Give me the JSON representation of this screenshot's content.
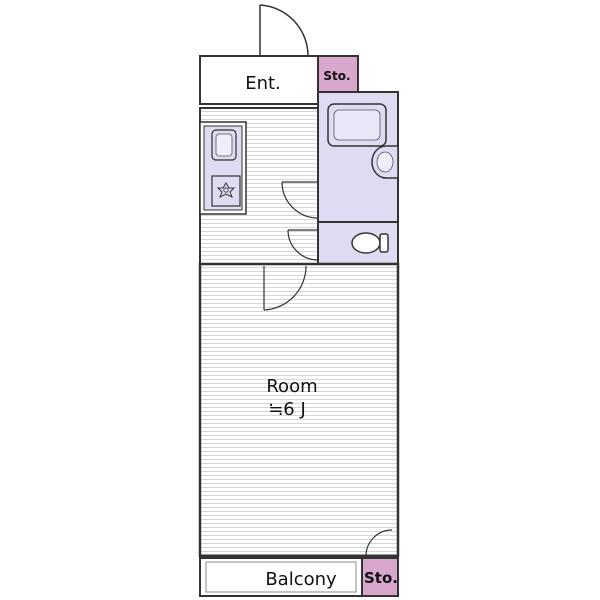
{
  "labels": {
    "entrance": "Ent.",
    "storage_top": "Sto.",
    "room_name": "Room",
    "room_size": "≒6 J",
    "balcony": "Balcony",
    "storage_bottom": "Sto."
  },
  "icons": {
    "sink": "sink-icon",
    "stove": "stove-icon",
    "bathtub": "bathtub-icon",
    "washbasin": "washbasin-icon",
    "toilet": "toilet-icon"
  },
  "colors": {
    "storage": "#d9a6cc",
    "wet_area": "#dedcf2",
    "wall": "#333333",
    "floor_lines": "#d0d0d0",
    "background": "#ffffff"
  }
}
